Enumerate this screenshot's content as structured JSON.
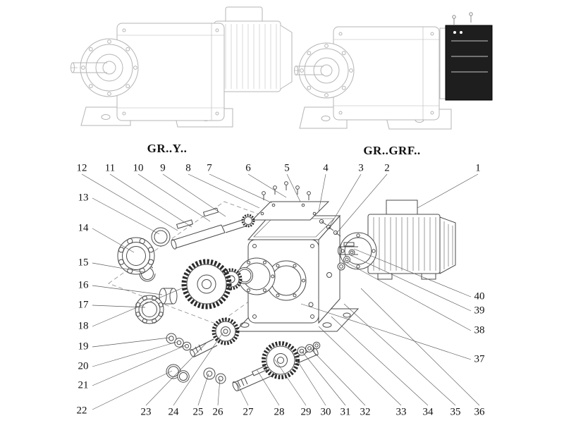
{
  "figure": {
    "type": "exploded-parts-diagram",
    "titles": {
      "left": "GR..Y..",
      "right": "GR..GRF.."
    },
    "callouts": {
      "top": [
        "12",
        "11",
        "10",
        "9",
        "8",
        "7",
        "6",
        "5",
        "4",
        "3",
        "2",
        "1"
      ],
      "left": [
        "13",
        "14",
        "15",
        "16",
        "17",
        "18",
        "19",
        "20",
        "21",
        "22"
      ],
      "bottom": [
        "23",
        "24",
        "25",
        "26",
        "27",
        "28",
        "29",
        "30",
        "31",
        "32",
        "33",
        "34",
        "35",
        "36"
      ],
      "right": [
        "40",
        "39",
        "38",
        "37"
      ]
    }
  }
}
